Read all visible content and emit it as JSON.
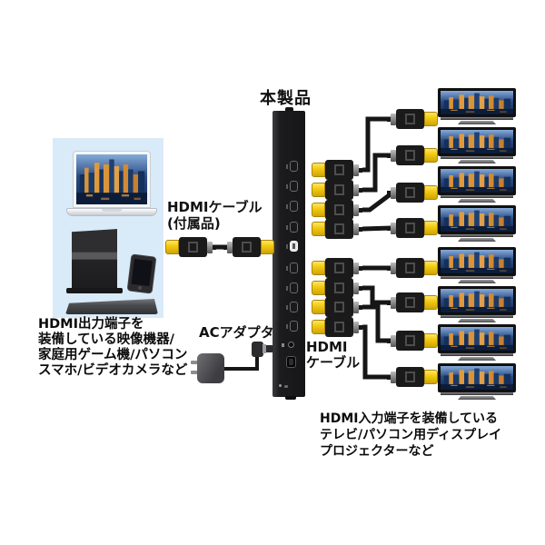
{
  "device": {
    "title": "本製品",
    "port_count": 9,
    "input_port_index": 4,
    "output_port_count": 8
  },
  "labels": {
    "included_cable": {
      "line1": "HDMIケーブル",
      "line2": "(付属品)"
    },
    "ac_adapter": "ACアダプタ",
    "output_cable": {
      "line1": "HDMI",
      "line2": "ケーブル"
    }
  },
  "captions": {
    "sources": {
      "lines": [
        "HDMI出力端子を",
        "装備している映像機器/",
        "家庭用ゲーム機/パソコン",
        "スマホ/ビデオカメラなど"
      ]
    },
    "displays": {
      "lines": [
        "HDMI入力端子を装備している",
        "テレビ/パソコン用ディスプレイ",
        "プロジェクターなど"
      ]
    }
  },
  "counts": {
    "monitors": 8,
    "output_hdmi_cables": 8
  },
  "icons": {
    "source_devices": [
      "laptop-icon",
      "game-console-icon",
      "smartphone-icon",
      "soundbar-icon"
    ],
    "display_device": "tv-monitor-icon",
    "connector": "hdmi-connector-icon",
    "power": "ac-adapter-icon"
  },
  "colors": {
    "connector_yellow": "#f3cb12",
    "cable_black": "#161616",
    "device_body": "#1c1c1e",
    "source_panel_blue": "#d9eaf8",
    "screen_night_blue": "#1c3a6e",
    "screen_light_orange": "#e0912f"
  }
}
